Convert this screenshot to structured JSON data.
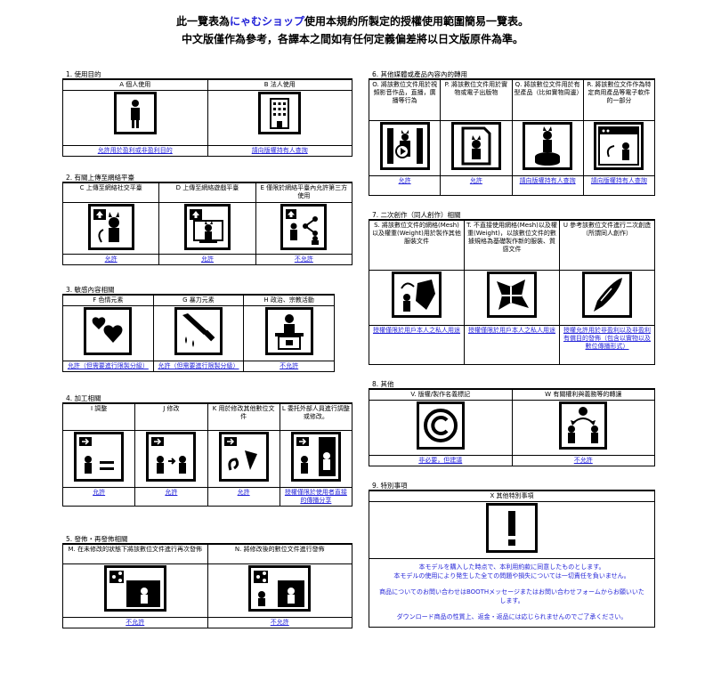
{
  "header": {
    "line1_pre": "此一覽表為",
    "line1_brand": "にゃむショップ",
    "line1_post": "使用本規約所製定的授權使用範圍簡易一覽表。",
    "line2": "中文版僅作為參考，各譯本之間如有任何定義偏差將以日文版原件為準。"
  },
  "sections": {
    "s1": {
      "title": "1. 使用目的",
      "cols": [
        {
          "head": "A 個人使用",
          "icon": "person-icon",
          "result": "允許用於盈利或非盈利目的"
        },
        {
          "head": "B 法人使用",
          "icon": "building-icon",
          "result": "請向版權持有人查詢"
        }
      ]
    },
    "s2": {
      "title": "2. 有關上傳至網絡平臺",
      "cols": [
        {
          "head": "C 上傳至網絡社交平臺",
          "icon": "upload-social-icon",
          "result": "允許"
        },
        {
          "head": "D 上傳至網絡遊戲平臺",
          "icon": "upload-game-icon",
          "result": "允許"
        },
        {
          "head": "E 僅限於網絡平臺內允許第三方使用",
          "icon": "share-third-party-icon",
          "result": "不允許"
        }
      ]
    },
    "s3": {
      "title": "3. 敏感內容相關",
      "cols": [
        {
          "head": "F 色情元素",
          "icon": "hearts-icon",
          "result": "允許（但需要進行限製分級）"
        },
        {
          "head": "G 暴力元素",
          "icon": "knife-icon",
          "result": "允許（但需要進行限製分級）"
        },
        {
          "head": "H 政治、宗教活動",
          "icon": "podium-icon",
          "result": "不允許"
        }
      ]
    },
    "s4": {
      "title": "4. 加工相關",
      "cols": [
        {
          "head": "I 調整",
          "icon": "adjust-icon",
          "result": "允許"
        },
        {
          "head": "J 修改",
          "icon": "modify-icon",
          "result": "允許"
        },
        {
          "head": "K 用於修改其他數位文件",
          "icon": "merge-icon",
          "result": "允許"
        },
        {
          "head": "L 委托外部人員進行調整或修改。",
          "icon": "outsource-icon",
          "result": "授權僅限於使用者直接的傳播分享"
        }
      ]
    },
    "s5": {
      "title": "5. 發佈・再發佈相關",
      "cols": [
        {
          "head": "M. 在未修改的狀態下將該數位文件進行再次發佈",
          "icon": "redistribute-icon",
          "result": "不允許"
        },
        {
          "head": "N. 將修改後的數位文件進行發佈",
          "icon": "redistribute-modified-icon",
          "result": "不允許"
        }
      ]
    },
    "s6": {
      "title": "6. 其他媒體或產品內容內的轉用",
      "cols": [
        {
          "head": "O. 將該數位文件用於視頻影音作品，直播，廣播等行為",
          "icon": "video-icon",
          "result": "允許"
        },
        {
          "head": "P. 將該數位文件用於實物或電子出版物",
          "icon": "publication-icon",
          "result": "允許"
        },
        {
          "head": "Q. 將該數位文件用於有型產品（比如實物周邊）",
          "icon": "goods-icon",
          "result": "請向版權持有人查詢"
        },
        {
          "head": "R. 將該數位文件作為特定商用產品等電子軟件的一部分",
          "icon": "software-icon",
          "result": "請向版權持有人查詢"
        }
      ]
    },
    "s7": {
      "title": "7. 二次創作（同人創作）相關",
      "cols": [
        {
          "head": "S. 將該數位文件的網格(Mesh)以及權重(Weight)用於製作其他服裝文件",
          "icon": "cloth-icon",
          "result": "授權僅限於用戶本人之私人用途"
        },
        {
          "head": "T. 不直接使用網格(Mesh)以及權重(Weight)，以該數位文件的數據規格為基礎製作新的服裝、質感文件",
          "icon": "texture-icon",
          "result": "授權僅限於用戶本人之私人用途"
        },
        {
          "head": "U 參考該數位文件進行二次創造（所謂同人創作）",
          "icon": "pen-icon",
          "result": "授權允許用於非盈利以及非盈利有償目的發佈（包含以實物以及數位傳播形式）"
        }
      ]
    },
    "s8": {
      "title": "8. 其他",
      "cols": [
        {
          "head": "V. 版權/製作名義標記",
          "icon": "copyright-icon",
          "result": "非必要，但建議"
        },
        {
          "head": "W 有關權利與義務等的轉讓",
          "icon": "transfer-icon",
          "result": "不允許"
        }
      ]
    },
    "s9": {
      "title": "9. 特別事項",
      "head": "X 其他特別事項",
      "icon": "exclamation-icon",
      "notes": [
        "本モデルを購入した時点で、本利用約款に同意したものとします。",
        "本モデルの使用により発生した全ての問題や損失については一切責任を負いません。",
        "商品についてのお問い合わせはBOOTHメッセージまたはお問い合わせフォームからお願いいたします。",
        "ダウンロード商品の性質上、返金・返品には応じられませんのでご了承ください。"
      ]
    }
  },
  "colors": {
    "link": "#2424d8",
    "border": "#000000"
  }
}
